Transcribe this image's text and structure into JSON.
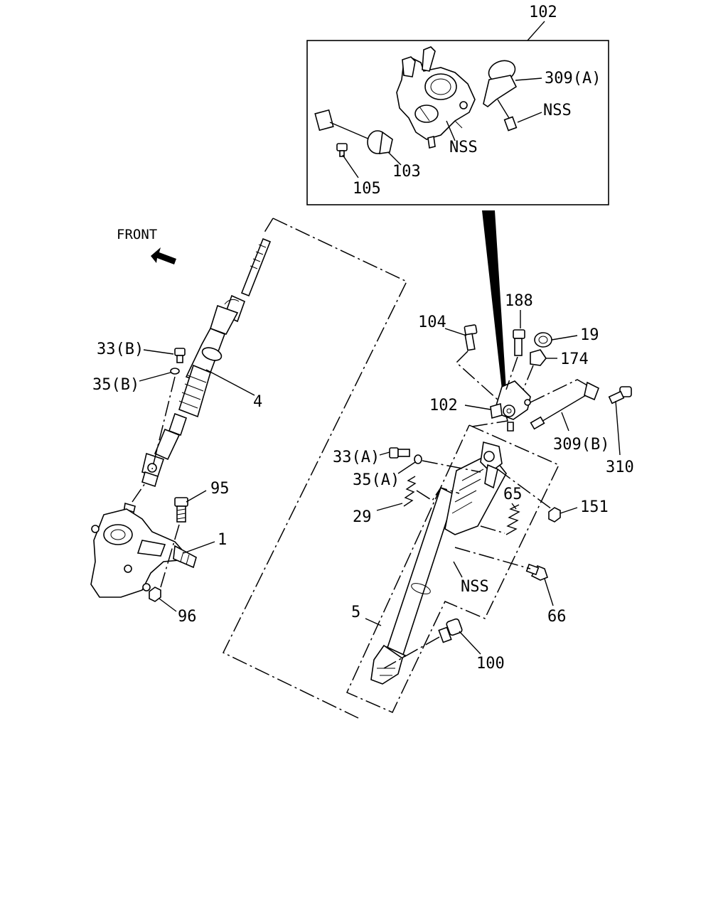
{
  "labels": {
    "l102_top": "102",
    "l309a": "309(A)",
    "lnss_1": "NSS",
    "lnss_2": "NSS",
    "l103": "103",
    "l105": "105",
    "front": "FRONT",
    "l188": "188",
    "l104": "104",
    "l19": "19",
    "l174": "174",
    "l102": "102",
    "l309b": "309(B)",
    "l310": "310",
    "l33a": "33(A)",
    "l35a": "35(A)",
    "l65": "65",
    "l151": "151",
    "l29": "29",
    "lnss_3": "NSS",
    "l66": "66",
    "l5": "5",
    "l100": "100",
    "l33b": "33(B)",
    "l35b": "35(B)",
    "l4": "4",
    "l95": "95",
    "l1": "1",
    "l96": "96"
  }
}
